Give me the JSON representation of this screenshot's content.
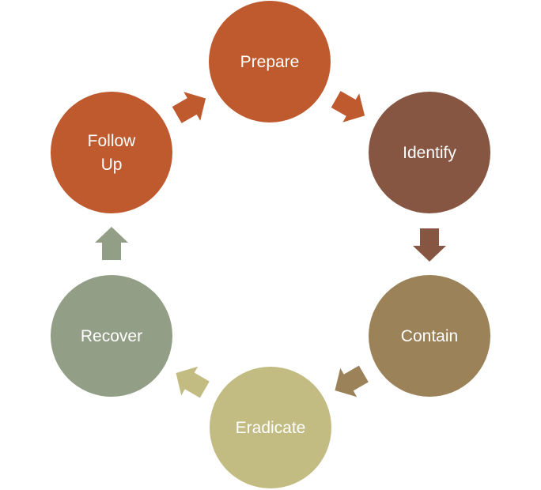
{
  "diagram": {
    "type": "cycle",
    "nodes": [
      {
        "id": "prepare",
        "lines": [
          "Prepare"
        ],
        "color": "#BF5A2F"
      },
      {
        "id": "identify",
        "lines": [
          "Identify"
        ],
        "color": "#875643"
      },
      {
        "id": "contain",
        "lines": [
          "Contain"
        ],
        "color": "#9B8258"
      },
      {
        "id": "eradicate",
        "lines": [
          "Eradicate"
        ],
        "color": "#C2BC82"
      },
      {
        "id": "recover",
        "lines": [
          "Recover"
        ],
        "color": "#929E86"
      },
      {
        "id": "follow-up",
        "lines": [
          "Follow",
          "Up"
        ],
        "color": "#BF5A2F"
      }
    ],
    "arrows": [
      {
        "from": "prepare",
        "to": "identify",
        "color": "#BF5A2F"
      },
      {
        "from": "identify",
        "to": "contain",
        "color": "#875643"
      },
      {
        "from": "contain",
        "to": "eradicate",
        "color": "#9B8258"
      },
      {
        "from": "eradicate",
        "to": "recover",
        "color": "#C2BC82"
      },
      {
        "from": "recover",
        "to": "follow-up",
        "color": "#929E86"
      },
      {
        "from": "follow-up",
        "to": "prepare",
        "color": "#BF5A2F"
      }
    ]
  }
}
